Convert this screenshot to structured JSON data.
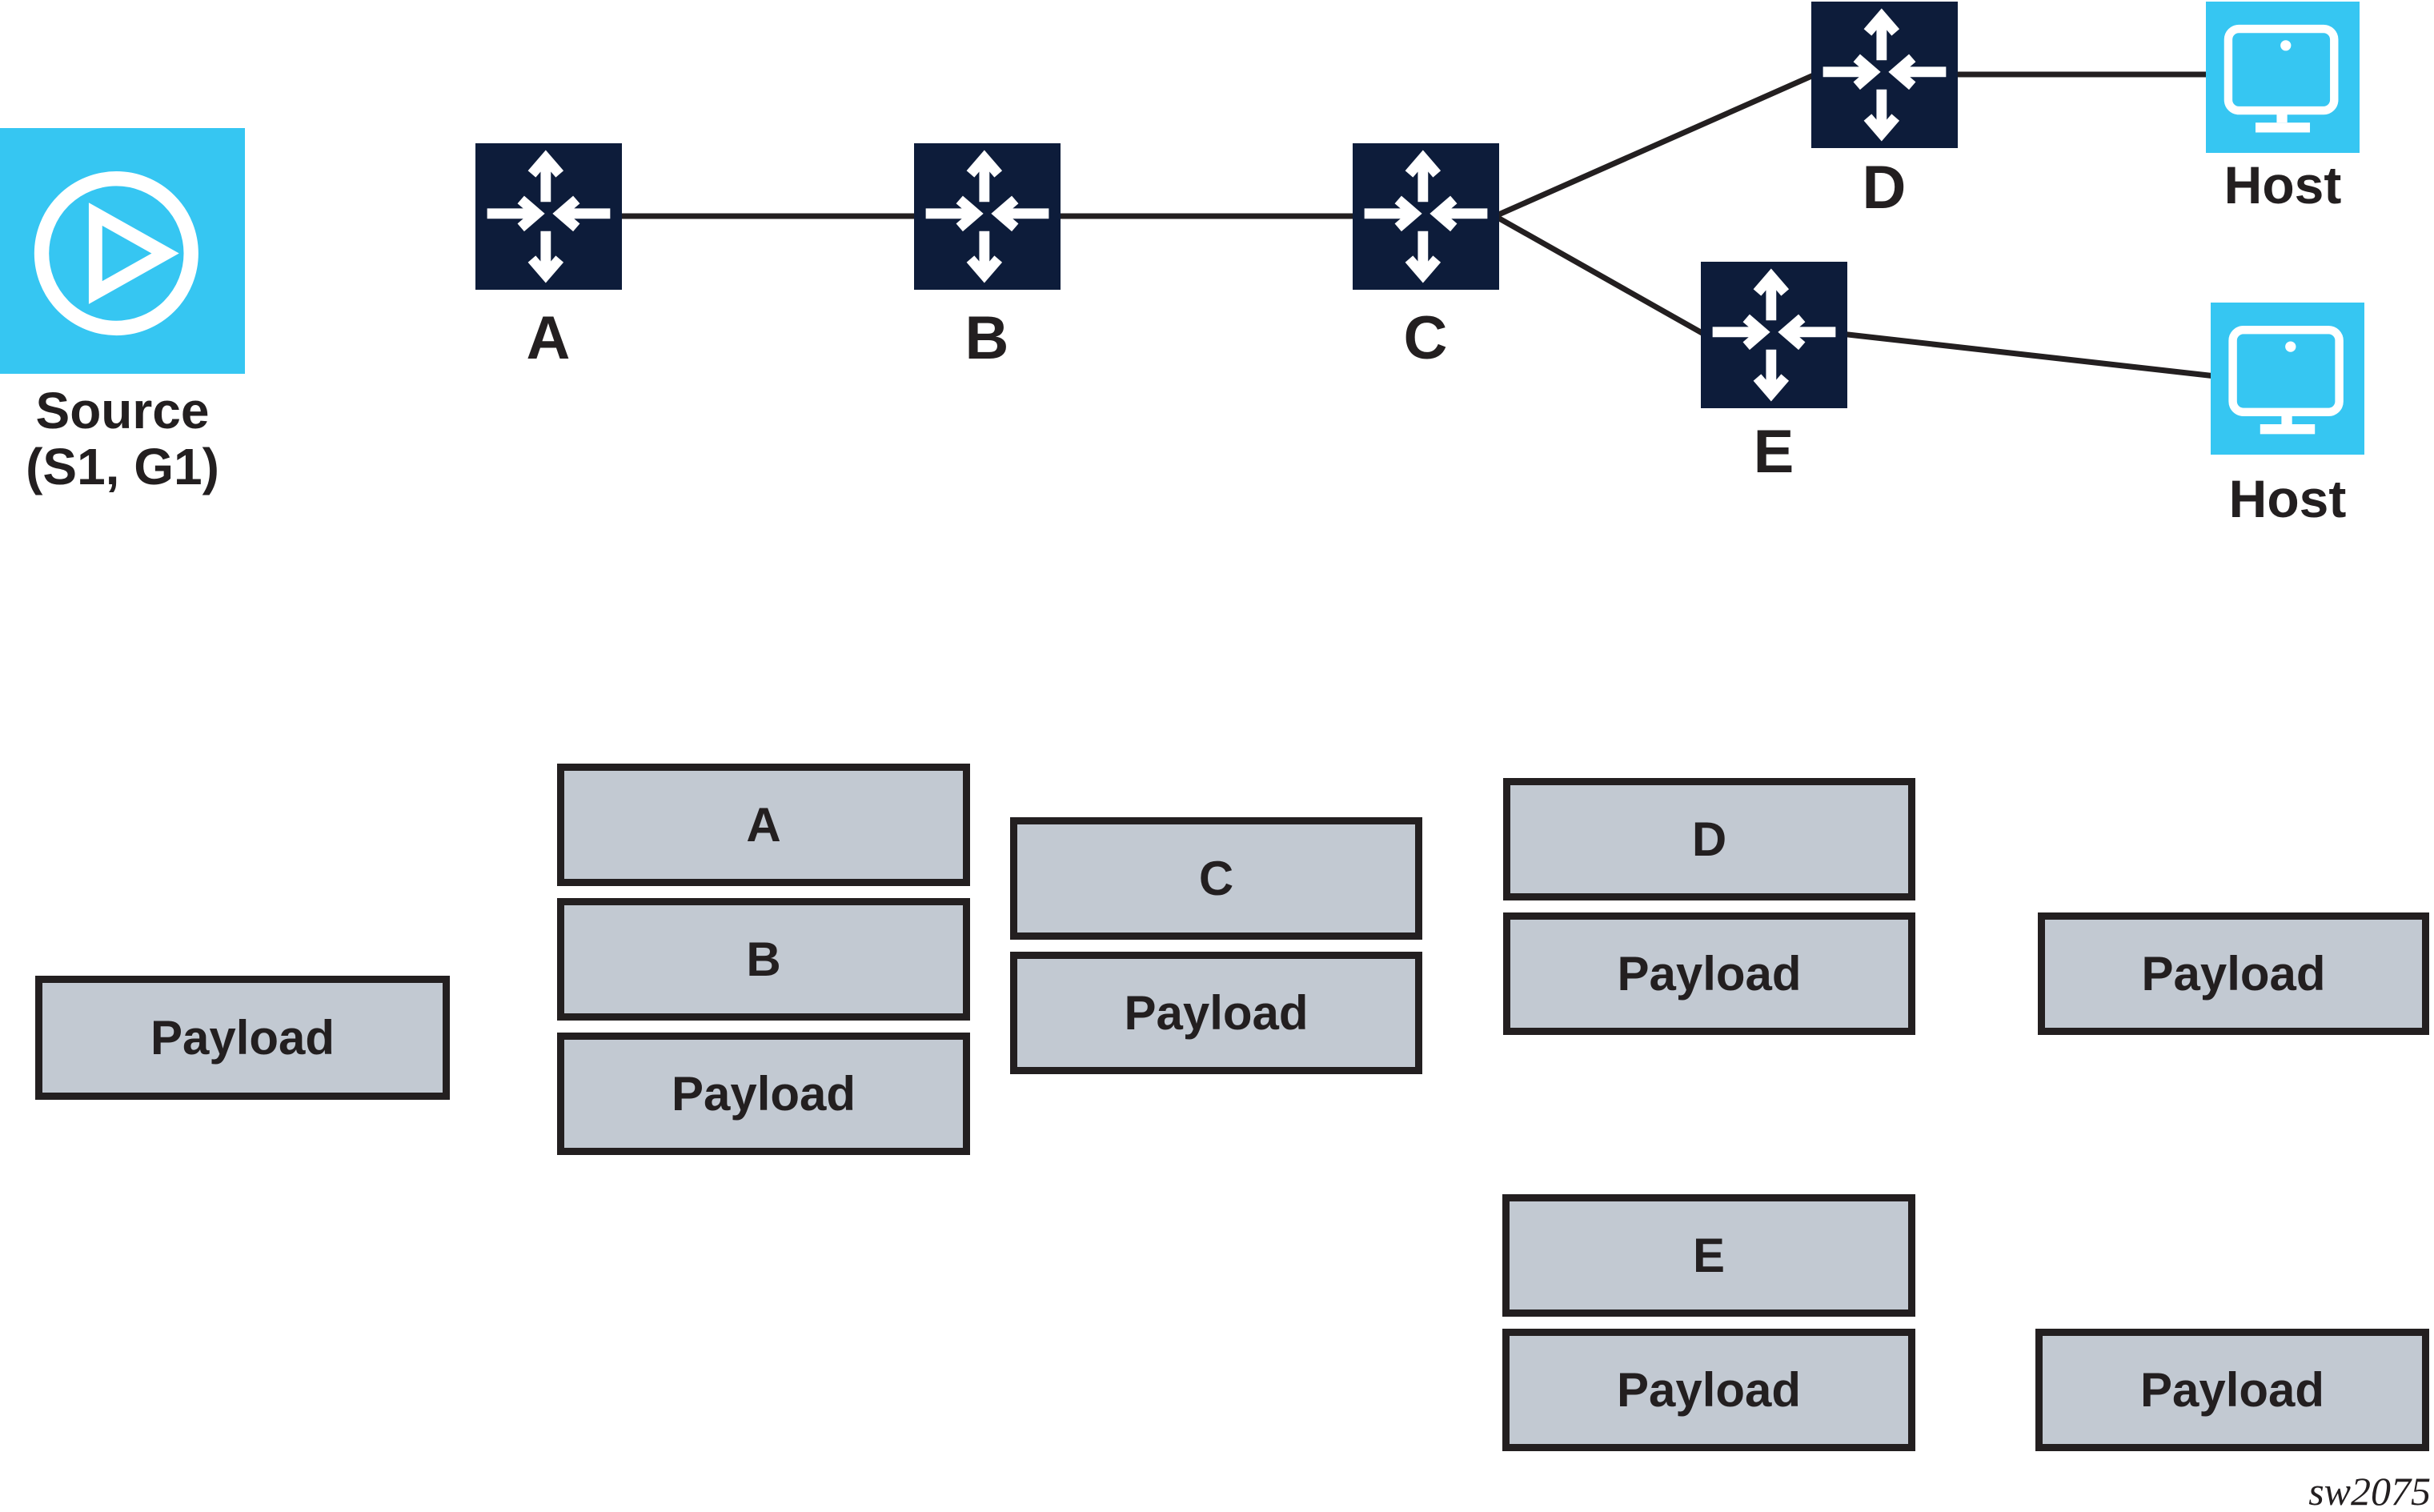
{
  "colors": {
    "node_cyan": "#36c6f2",
    "node_navy": "#0d1c3a",
    "box_fill": "#c2c9d2",
    "ink": "#231f20"
  },
  "nodes": {
    "source": {
      "line1": "Source",
      "line2": "(S1, G1)",
      "icon": "play-circle-icon"
    },
    "routers": [
      {
        "label": "A",
        "icon": "router-icon"
      },
      {
        "label": "B",
        "icon": "router-icon"
      },
      {
        "label": "C",
        "icon": "router-icon"
      },
      {
        "label": "D",
        "icon": "router-icon"
      },
      {
        "label": "E",
        "icon": "router-icon"
      }
    ],
    "hosts": [
      {
        "label": "Host",
        "icon": "monitor-icon"
      },
      {
        "label": "Host",
        "icon": "monitor-icon"
      }
    ]
  },
  "links": [
    {
      "from": "A",
      "to": "B"
    },
    {
      "from": "B",
      "to": "C"
    },
    {
      "from": "C",
      "to": "D"
    },
    {
      "from": "C",
      "to": "E"
    },
    {
      "from": "D",
      "to": "Host"
    },
    {
      "from": "E",
      "to": "Host"
    }
  ],
  "stacks": {
    "ingress": {
      "boxes": [
        "Payload"
      ]
    },
    "after_a": {
      "boxes": [
        "A",
        "B",
        "Payload"
      ]
    },
    "after_c": {
      "boxes": [
        "C",
        "Payload"
      ]
    },
    "after_d": {
      "boxes": [
        "D",
        "Payload"
      ]
    },
    "to_host_top": {
      "boxes": [
        "Payload"
      ]
    },
    "after_e": {
      "boxes": [
        "E",
        "Payload"
      ]
    },
    "to_host_bottom": {
      "boxes": [
        "Payload"
      ]
    }
  },
  "watermark": "sw2075"
}
